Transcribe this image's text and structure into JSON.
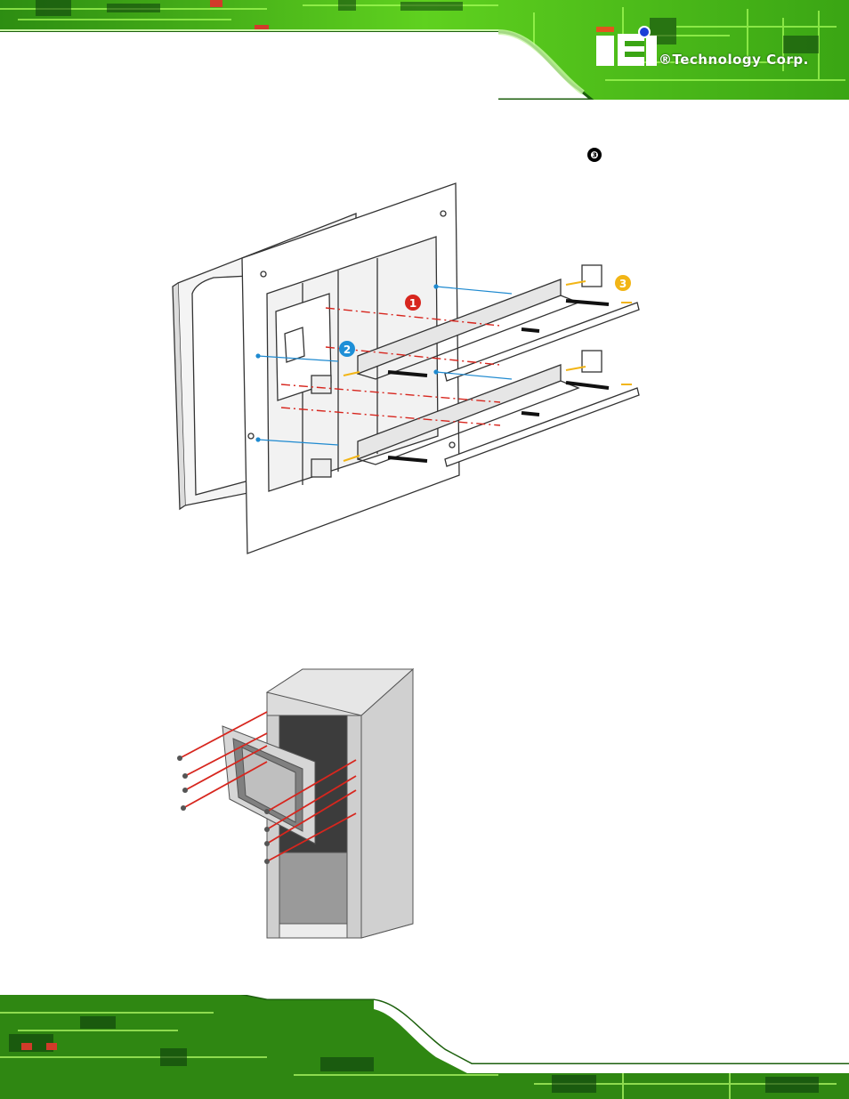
{
  "brand": {
    "logo_letters": "iEi",
    "company": "®Technology Corp."
  },
  "step_marker": "❸",
  "figure1": {
    "callouts": [
      "1",
      "2",
      "3"
    ],
    "colors": {
      "callout1": "#d7261e",
      "callout2": "#1e8fd7",
      "callout3": "#f2b516",
      "leader": "#1f8ad0",
      "dash": "#d7261e"
    }
  },
  "figure2": {
    "arrow_color": "#d7261e"
  },
  "colors": {
    "pcb_green": "#4fc21a",
    "pcb_dark": "#0d3d0d"
  }
}
